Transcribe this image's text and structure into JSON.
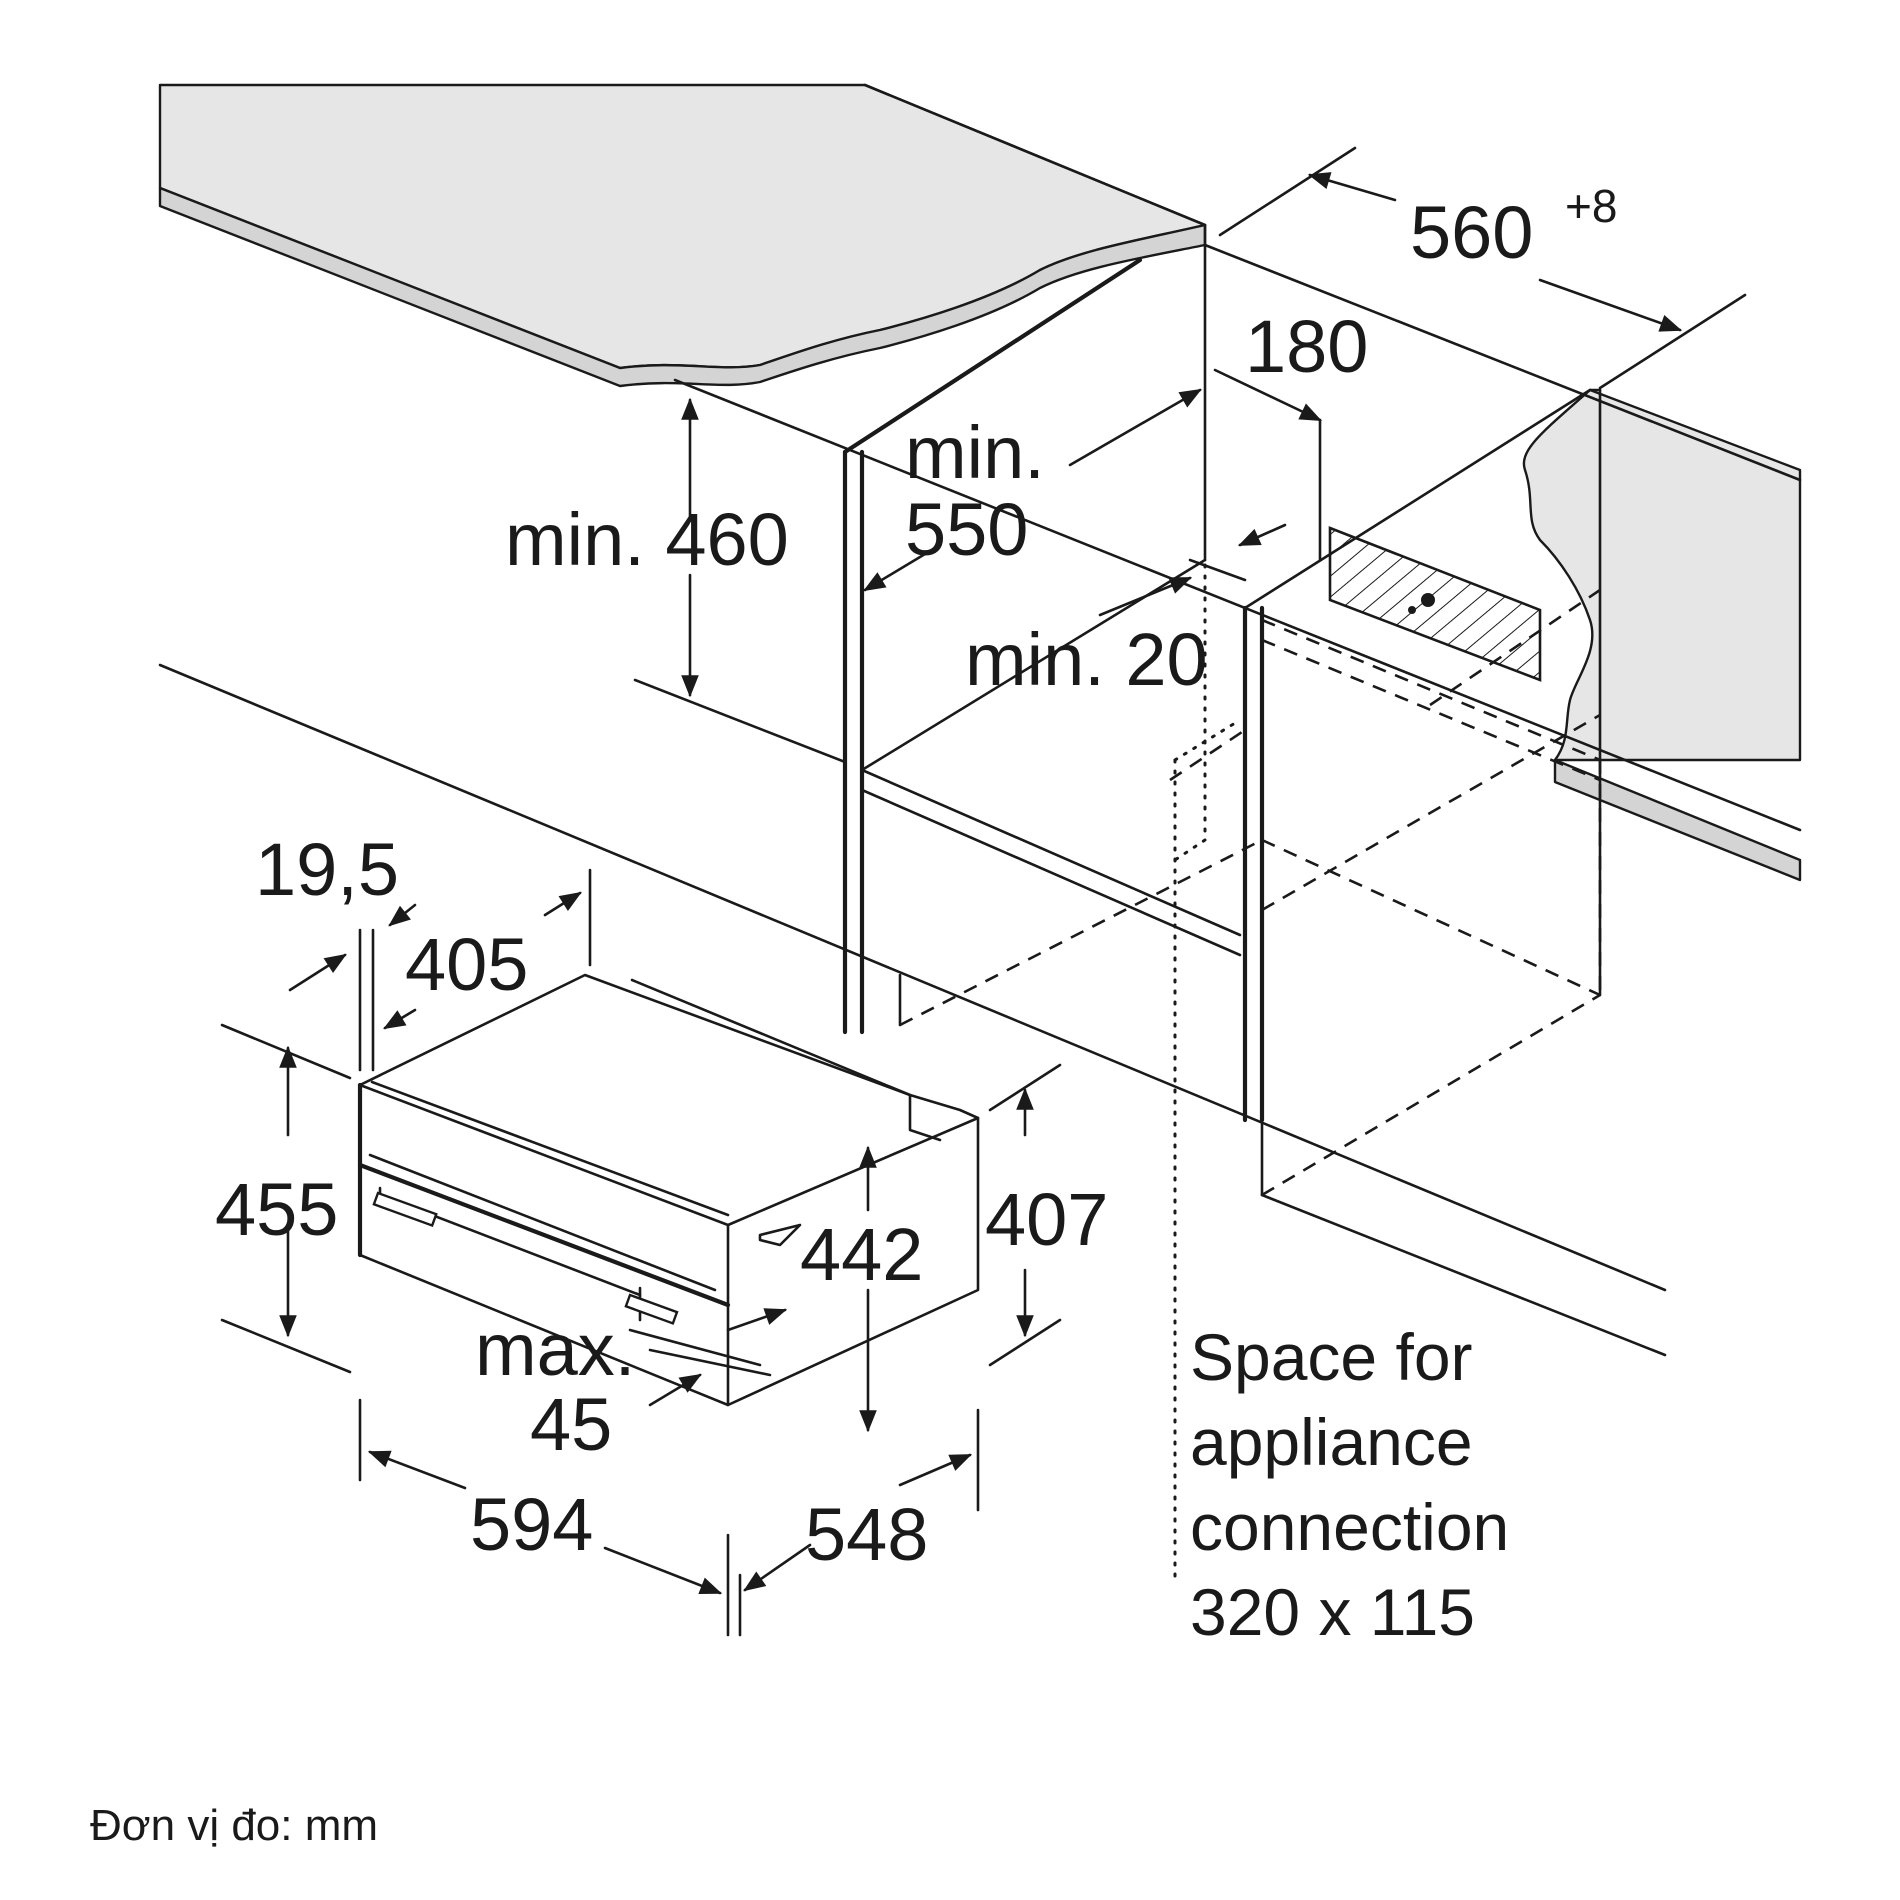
{
  "dimensions": {
    "niche_width": "560",
    "niche_width_tolerance": "+8",
    "offset_180": "180",
    "min_550_line1": "min.",
    "min_550_line2": "550",
    "min_460": "min. 460",
    "min_20": "min. 20",
    "front_19_5": "19,5",
    "depth_405": "405",
    "height_455": "455",
    "height_407": "407",
    "height_442": "442",
    "max45_line1": "max.",
    "max45_line2": "45",
    "width_594": "594",
    "depth_548": "548"
  },
  "connection_note": {
    "line1": "Space for",
    "line2": "appliance",
    "line3": "connection",
    "line4": "320 x 115"
  },
  "unit_label": "Đơn vị đo: mm"
}
